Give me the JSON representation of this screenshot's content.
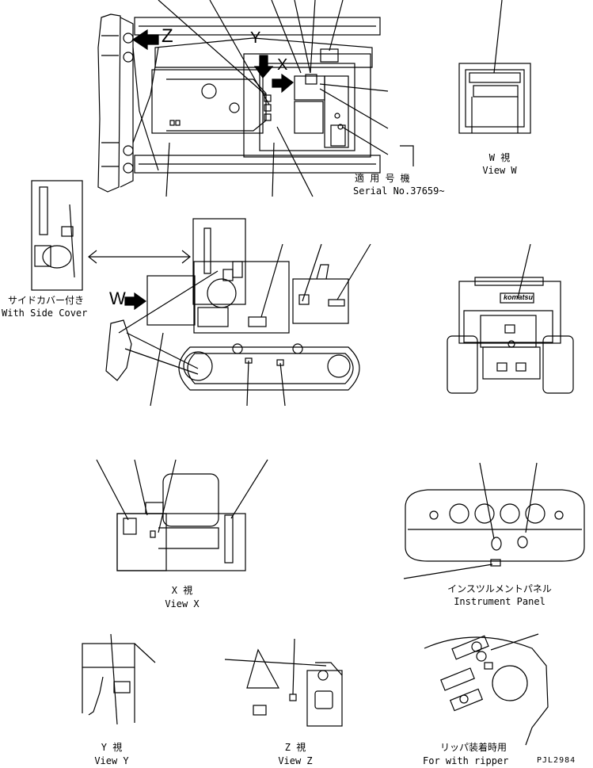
{
  "markers": {
    "x": "X",
    "y": "Y",
    "z": "Z",
    "w": "W"
  },
  "serial": {
    "jp": "適 用 号 機",
    "en": "Serial No.37659~"
  },
  "view_w": {
    "jp": "W  視",
    "en": "View W"
  },
  "side_cover": {
    "jp": "サイドカバー付き",
    "en": "With Side Cover"
  },
  "view_x": {
    "jp": "X  視",
    "en": "View X"
  },
  "instrument_panel": {
    "jp": "インスツルメントパネル",
    "en": "Instrument Panel"
  },
  "view_y": {
    "jp": "Y  視",
    "en": "View Y"
  },
  "view_z": {
    "jp": "Z  視",
    "en": "View Z"
  },
  "ripper": {
    "jp": "リッパ装着時用",
    "en": "For with ripper"
  },
  "drawing_code": "PJL2984",
  "brand_plate": "komatsu"
}
